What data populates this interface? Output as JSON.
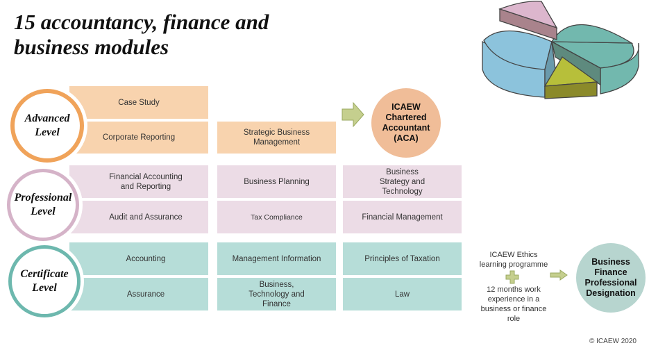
{
  "title": "15 accountancy, finance and business modules",
  "levels": {
    "advanced": {
      "label_1": "Advanced",
      "label_2": "Level",
      "modules": [
        "Case Study",
        "Corporate Reporting",
        "Strategic Business Management"
      ]
    },
    "professional": {
      "label_1": "Professional",
      "label_2": "Level",
      "modules": [
        "Financial Accounting and Reporting",
        "Audit and Assurance",
        "Business Planning",
        "Tax Compliance",
        "Business Strategy and Technology",
        "Financial Management"
      ]
    },
    "certificate": {
      "label_1": "Certificate",
      "label_2": "Level",
      "modules": [
        "Accounting",
        "Assurance",
        "Management Information",
        "Business, Technology and Finance",
        "Principles of Taxation",
        "Law"
      ]
    }
  },
  "aca": {
    "line_1": "ICAEW",
    "line_2": "Chartered",
    "line_3": "Accountant",
    "line_4": "(ACA)"
  },
  "bfp": {
    "ethics": "ICAEW Ethics learning programme",
    "experience": "12 months work experience in a business or finance role",
    "line_1": "Business",
    "line_2": "Finance",
    "line_3": "Professional",
    "line_4": "Designation"
  },
  "copyright": "© ICAEW 2020",
  "colors": {
    "advanced": "#f8d3ae",
    "professional": "#ecdce6",
    "certificate": "#b6ddd8",
    "arrow": "#c5cf8e"
  }
}
